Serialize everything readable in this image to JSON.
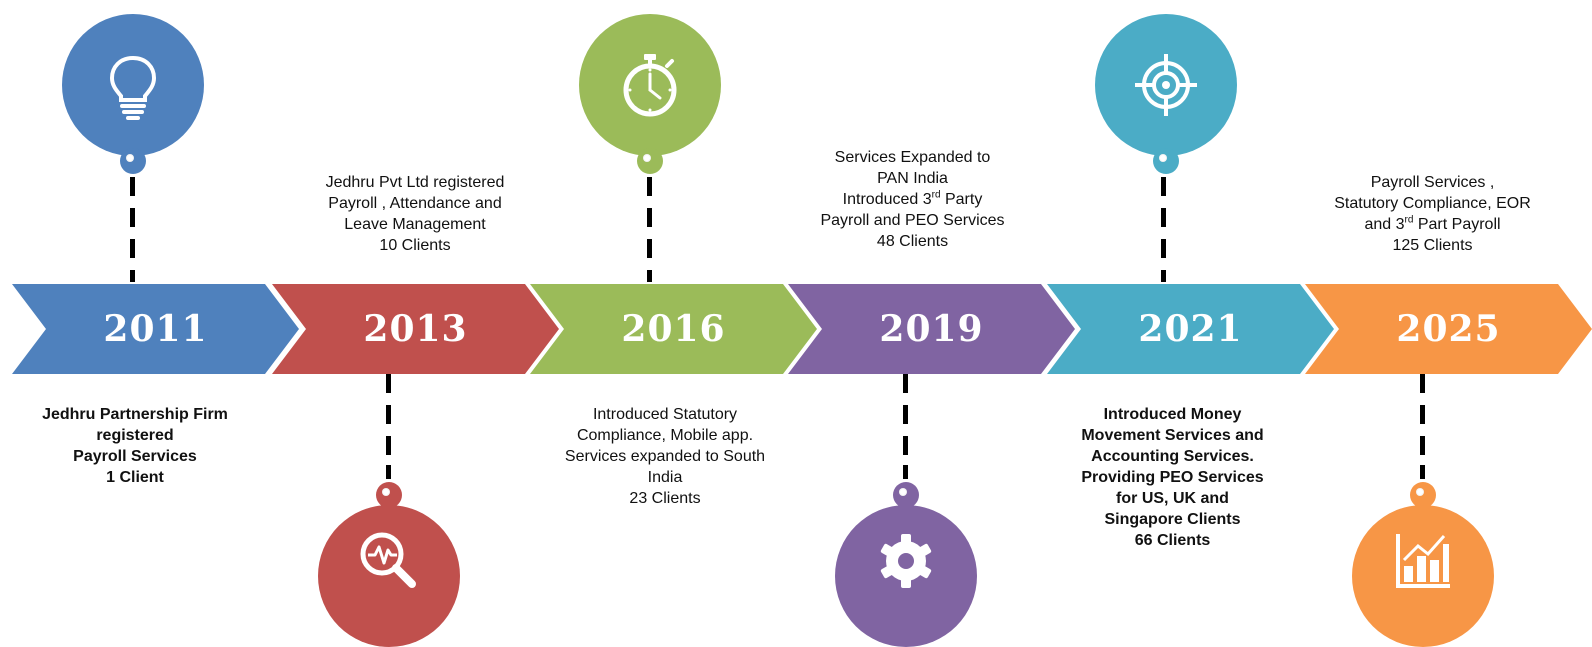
{
  "colors": {
    "blue": "#4f81bd",
    "red": "#c0504d",
    "green": "#9bbb59",
    "purple": "#8064a2",
    "teal": "#4bacc6",
    "orange": "#f79646"
  },
  "milestones": [
    {
      "year": "2011",
      "icon": "lightbulb-icon",
      "lines": [
        "Jedhru Partnership Firm",
        "registered",
        "Payroll Services",
        "1 Client"
      ]
    },
    {
      "year": "2013",
      "icon": "magnifier-pulse-icon",
      "lines": [
        "Jedhru Pvt Ltd registered",
        "Payroll , Attendance and",
        "Leave Management",
        "10 Clients"
      ]
    },
    {
      "year": "2016",
      "icon": "stopwatch-icon",
      "lines": [
        "Introduced Statutory",
        "Compliance, Mobile app.",
        "Services expanded to South",
        "India",
        "23 Clients"
      ]
    },
    {
      "year": "2019",
      "icon": "gear-icon",
      "lines": [
        "Services Expanded to",
        "PAN India",
        "Introduced 3",
        "rd",
        " Party",
        "Payroll and PEO Services",
        "48 Clients"
      ]
    },
    {
      "year": "2021",
      "icon": "target-icon",
      "lines": [
        "Introduced Money",
        "Movement Services and",
        "Accounting Services.",
        "Providing PEO Services",
        "for US, UK and",
        "Singapore Clients",
        "66 Clients"
      ]
    },
    {
      "year": "2025",
      "icon": "bar-chart-icon",
      "lines": [
        "Payroll Services ,",
        "Statutory Compliance, EOR",
        "and 3",
        "rd",
        " Part Payroll",
        "125 Clients"
      ]
    }
  ]
}
